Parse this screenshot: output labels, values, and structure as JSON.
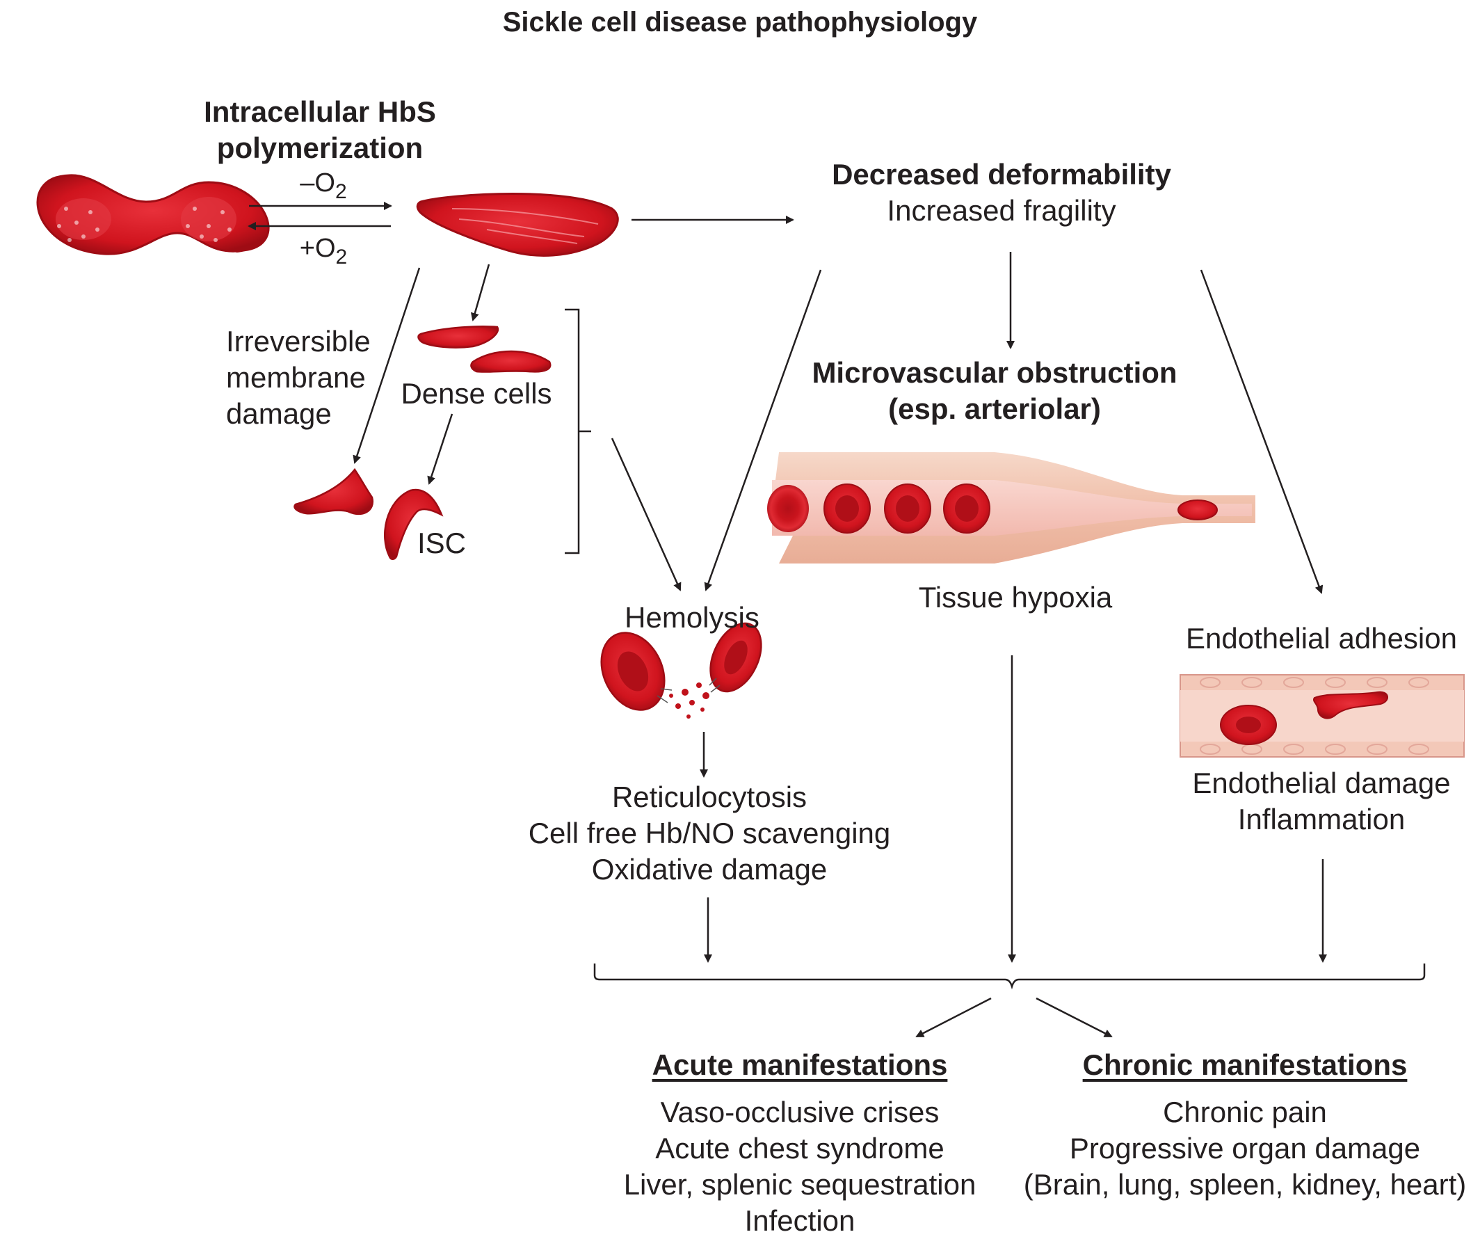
{
  "title": "Sickle cell disease pathophysiology",
  "polymerization": {
    "line1": "Intracellular HbS",
    "line2": "polymerization"
  },
  "deoxy": {
    "sign": "–O",
    "sub": "2"
  },
  "oxy": {
    "sign": "+O",
    "sub": "2"
  },
  "membrane": {
    "line1": "Irreversible",
    "line2": "membrane",
    "line3": "damage"
  },
  "dense_cells": "Dense cells",
  "isc": "ISC",
  "deformability": {
    "title": "Decreased deformability",
    "subtitle": "Increased fragility"
  },
  "obstruction": {
    "line1": "Microvascular obstruction",
    "line2": "(esp. arteriolar)"
  },
  "hypoxia": "Tissue hypoxia",
  "hemolysis": "Hemolysis",
  "hemolysis_effects": [
    "Reticulocytosis",
    "Cell free Hb/NO scavenging",
    "Oxidative damage"
  ],
  "adhesion": "Endothelial adhesion",
  "endothelial_effects": [
    "Endothelial damage",
    "Inflammation"
  ],
  "acute": {
    "heading": "Acute manifestations",
    "items": [
      "Vaso-occlusive crises",
      "Acute chest syndrome",
      "Liver, splenic sequestration",
      "Infection"
    ]
  },
  "chronic": {
    "heading": "Chronic manifestations",
    "items": [
      "Chronic pain",
      "Progressive organ damage",
      "(Brain, lung, spleen, kidney, heart)"
    ]
  },
  "colors": {
    "cell_red": "#d0141e",
    "cell_dark": "#a50e16",
    "vessel": "#f2c7b5",
    "ink": "#231f20"
  }
}
